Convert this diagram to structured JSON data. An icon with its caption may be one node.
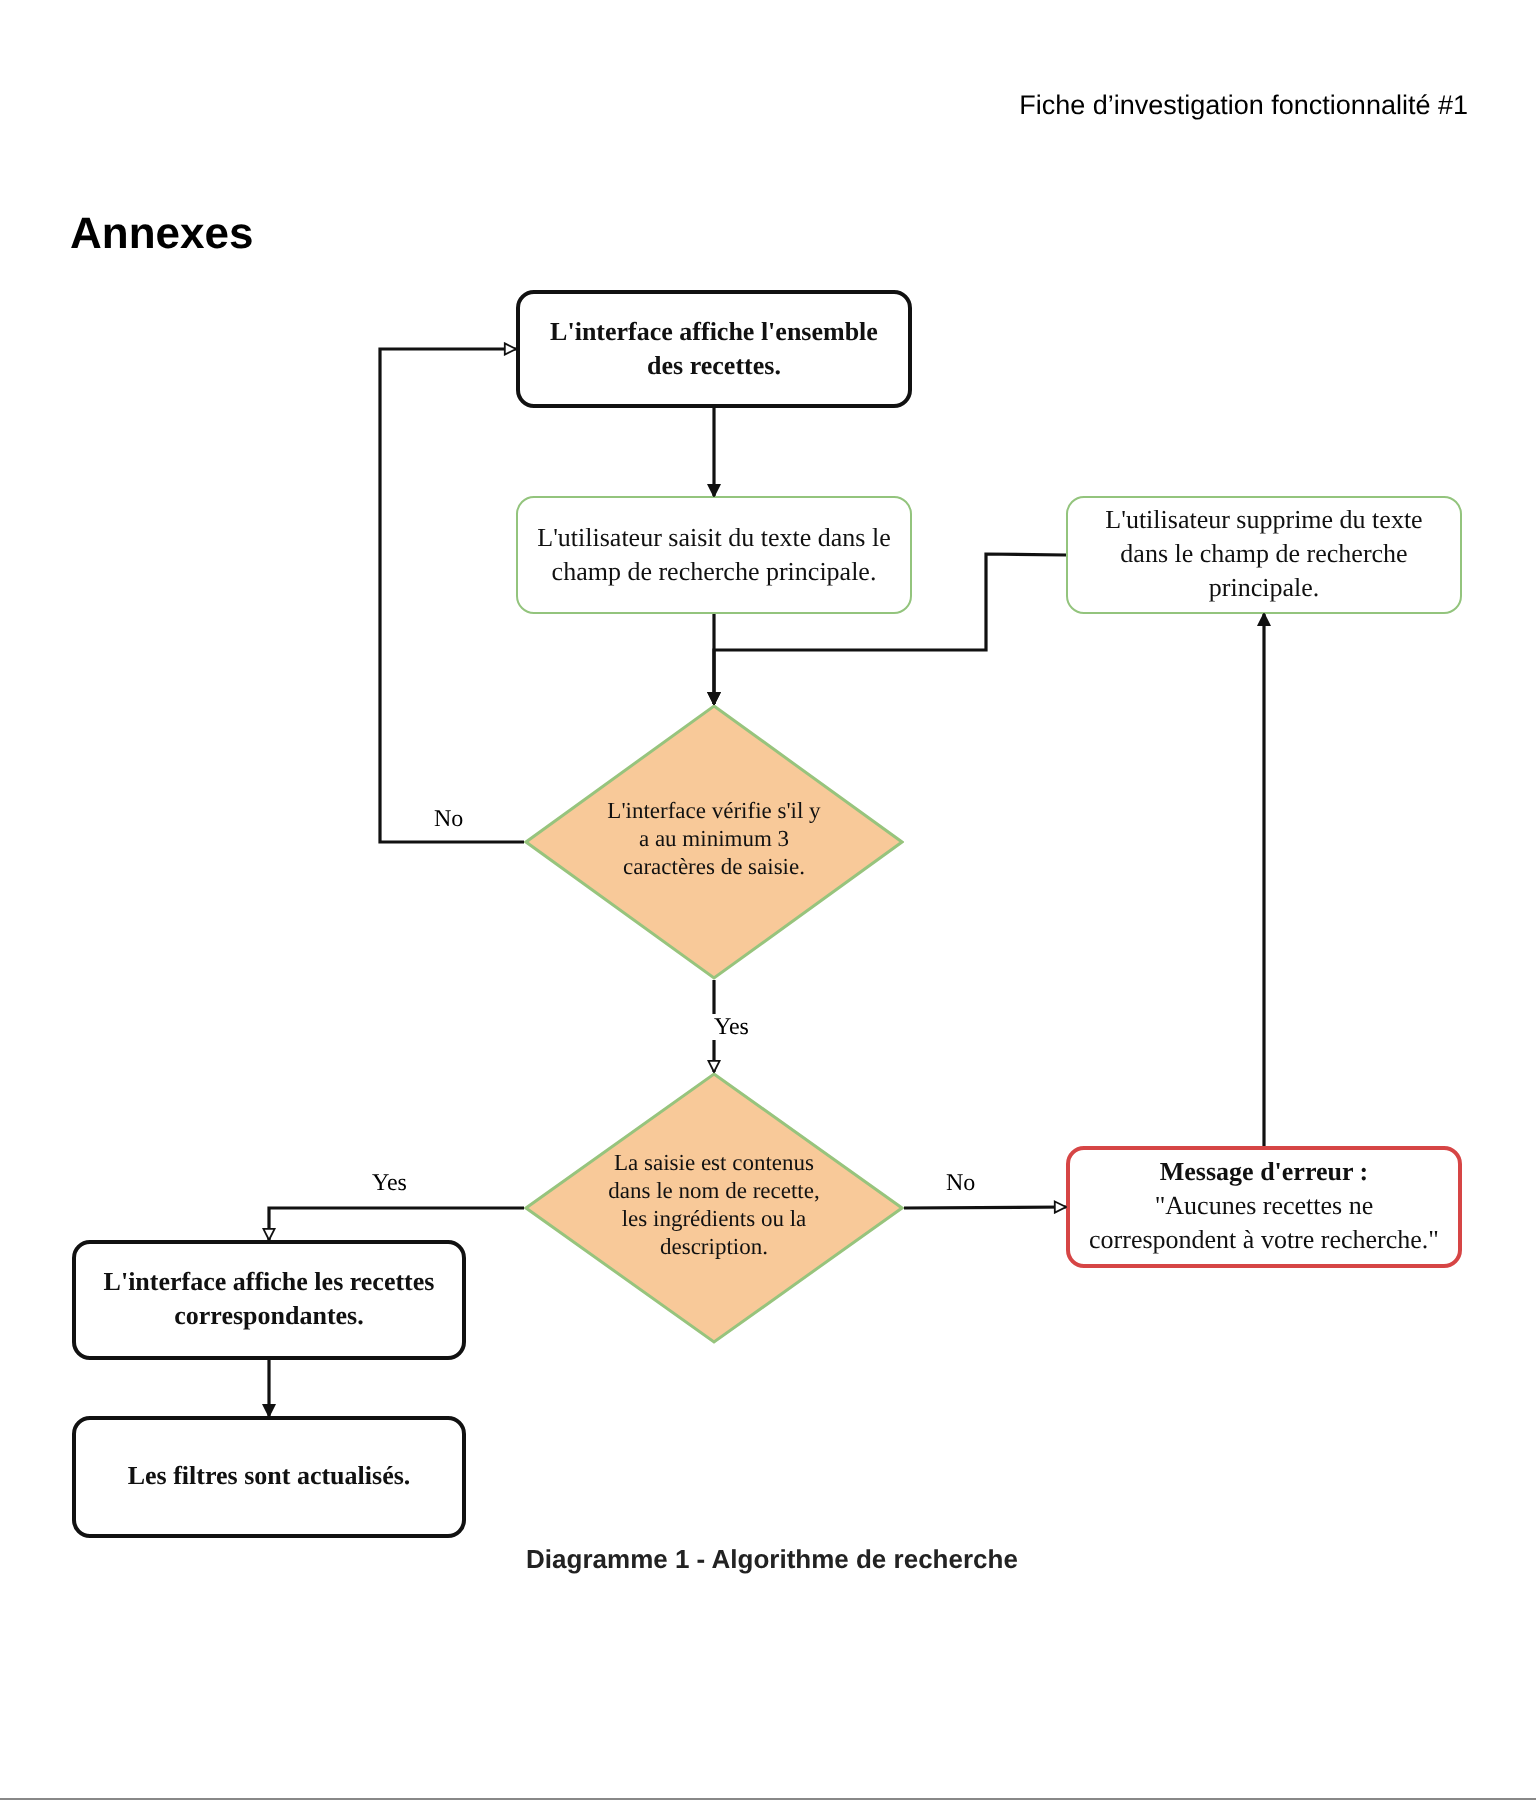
{
  "diagram": {
    "title": "Annexes",
    "caption": "Diagramme 1 - Algorithme de recherche",
    "nodes": [
      {
        "text": [
          "L'interface affiche l'ensemble des recettes."
        ]
      },
      {
        "text": [
          "L'utilisateur saisit du texte dans le champ de recherche principale."
        ]
      },
      {
        "text": [
          "L'utilisateur supprime du texte dans le champ de recherche principale."
        ]
      },
      {
        "text": [
          "L'interface vérifie s'il y a au minimum 3 caractères de saisie."
        ]
      },
      {
        "text": [
          "La saisie est contenus dans le nom de recette, les ingrédients ou la description."
        ]
      },
      {
        "text": [
          "Message d'erreur :",
          "\"Aucunes recettes ne correspondent à votre recherche.\""
        ]
      },
      {
        "text": [
          "L'interface affiche les recettes correspondantes."
        ]
      },
      {
        "text": [
          "Les filtres sont actualisés."
        ]
      }
    ],
    "edges": [
      {
        "from": 0,
        "to": 1,
        "arrow": "to"
      },
      {
        "from": 1,
        "to": 3,
        "arrow": "to"
      },
      {
        "from": 2,
        "to": 3,
        "arrow": "to"
      },
      {
        "from": 3,
        "to": 0,
        "arrow": "to",
        "label": "No"
      },
      {
        "from": 3,
        "to": 4,
        "arrow": "to",
        "label": "Yes"
      },
      {
        "from": 4,
        "to": 6,
        "arrow": "to",
        "label": "Yes"
      },
      {
        "from": 4,
        "to": 5,
        "arrow": "to",
        "label": "No"
      },
      {
        "from": 5,
        "to": 2,
        "arrow": "to"
      },
      {
        "from": 6,
        "to": 7,
        "arrow": "to"
      }
    ],
    "labels": [
      "Fiche d’investigation fonctionnalité #1"
    ]
  }
}
